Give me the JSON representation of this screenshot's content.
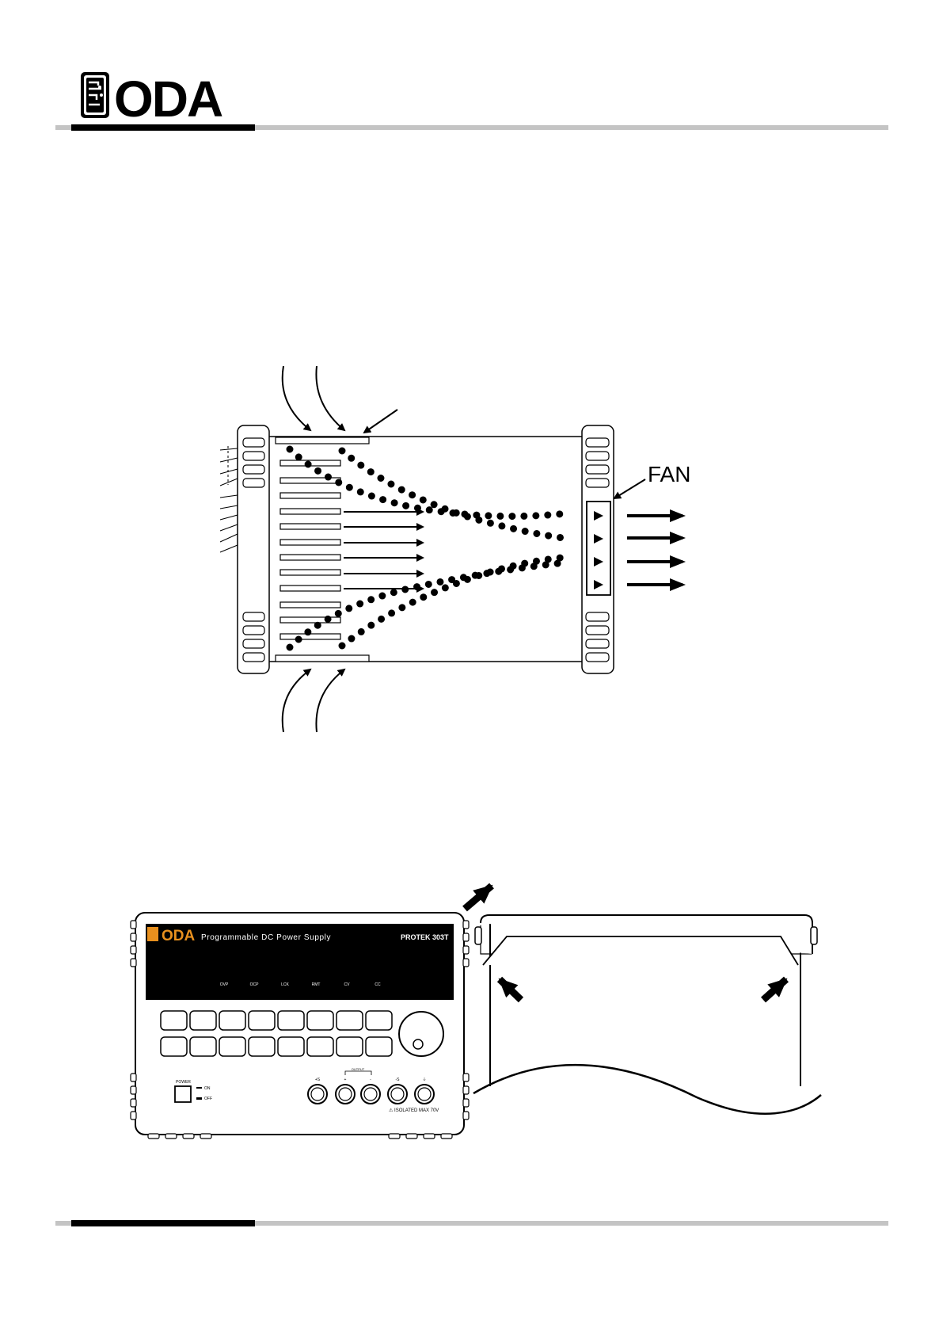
{
  "header": {
    "logo_text": "ODA"
  },
  "airflow_diagram": {
    "fan_label": "FAN",
    "fan_color": "#000000"
  },
  "front_panel": {
    "brand": "ODA",
    "brand_color": "#e8901e",
    "title": "Programmable DC Power Supply",
    "model": "PROTEK 303T",
    "indicators": [
      "OVP",
      "OCP",
      "LCK",
      "RMT",
      "CV",
      "CC"
    ],
    "power_label": "POWER",
    "on_label": "ON",
    "off_label": "OFF",
    "output_label": "OUTPUT",
    "terminal_labels": [
      "+S",
      "+",
      "-",
      "-S",
      "⏚"
    ],
    "warning": "⚠ ISOLATED MAX 70V"
  },
  "colors": {
    "rule_gray": "#c4c4c4",
    "panel_black": "#000000"
  }
}
